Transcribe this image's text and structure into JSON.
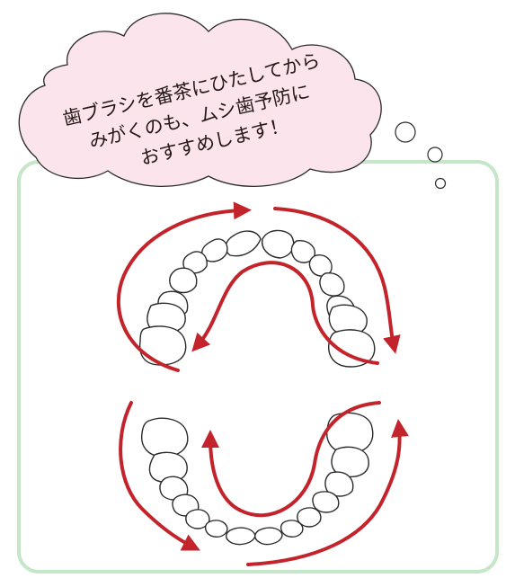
{
  "speech_bubble": {
    "lines": [
      "歯ブラシを番茶にひたしてから",
      "みがくのも、ムシ歯予防に",
      "おすすめします！"
    ]
  },
  "colors": {
    "bubble_fill": "#fce4ec",
    "frame_stroke": "#c5e6c9",
    "arrow": "#c3242b",
    "tooth_outline": "#2b2b2b"
  },
  "diagram": {
    "subject": "tooth-brushing-order",
    "jaws": [
      "upper",
      "lower"
    ]
  }
}
